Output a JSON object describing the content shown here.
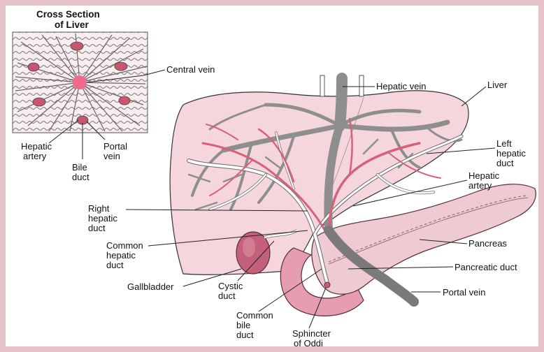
{
  "inset": {
    "title_line1": "Cross Section",
    "title_line2": "of Liver"
  },
  "labels": {
    "central_vein": "Central vein",
    "inset_hepatic_artery_1": "Hepatic",
    "inset_hepatic_artery_2": "artery",
    "inset_portal_vein_1": "Portal",
    "inset_portal_vein_2": "vein",
    "inset_bile_duct_1": "Bile",
    "inset_bile_duct_2": "duct",
    "hepatic_vein": "Hepatic vein",
    "liver": "Liver",
    "left_hepatic_duct_1": "Left",
    "left_hepatic_duct_2": "hepatic",
    "left_hepatic_duct_3": "duct",
    "hepatic_artery_1": "Hepatic",
    "hepatic_artery_2": "artery",
    "right_hepatic_duct_1": "Right",
    "right_hepatic_duct_2": "hepatic",
    "right_hepatic_duct_3": "duct",
    "common_hepatic_duct_1": "Common",
    "common_hepatic_duct_2": "hepatic",
    "common_hepatic_duct_3": "duct",
    "pancreas": "Pancreas",
    "gallbladder": "Gallbladder",
    "cystic_duct_1": "Cystic",
    "cystic_duct_2": "duct",
    "pancreatic_duct": "Pancreatic duct",
    "portal_vein": "Portal vein",
    "common_bile_duct_1": "Common",
    "common_bile_duct_2": "bile",
    "common_bile_duct_3": "duct",
    "sphincter_1": "Sphincter",
    "sphincter_2": "of Oddi"
  },
  "colors": {
    "frame": "#e6c3c8",
    "liver_fill": "#f4d6dc",
    "artery": "#d9607a",
    "vein": "#8e8e8e",
    "duct": "#f7f7f7",
    "gallbladder": "#c5607a",
    "pancreas": "#eecbd2",
    "central_vein_dot": "#f06a90"
  }
}
